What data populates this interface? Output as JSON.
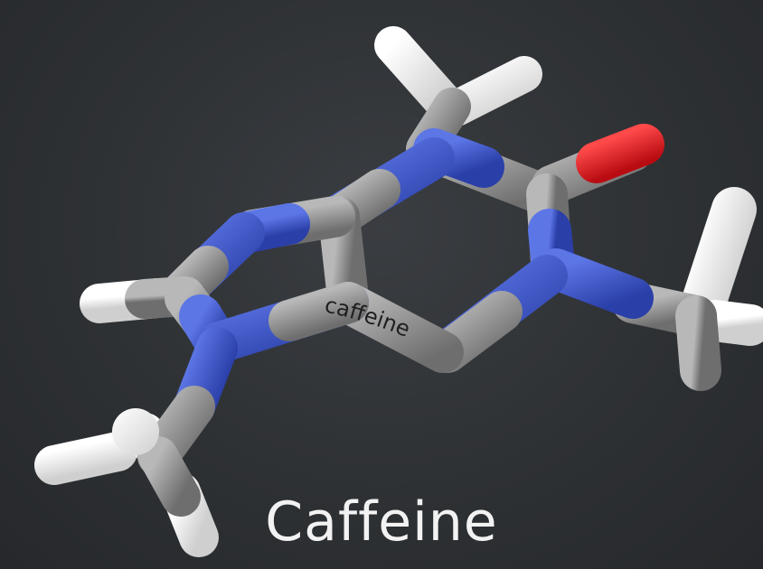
{
  "image": {
    "kind": "3d-ball-and-stick-molecule-render",
    "bond_label": "caffeine",
    "caption": "Caffeine",
    "colors": {
      "background": "#2e3134",
      "carbon": "#8c8c8c",
      "nitrogen": "#3d55c8",
      "oxygen": "#e8121c",
      "hydrogen": "#f4f4f4",
      "caption_text": "#f2f2f2"
    }
  }
}
